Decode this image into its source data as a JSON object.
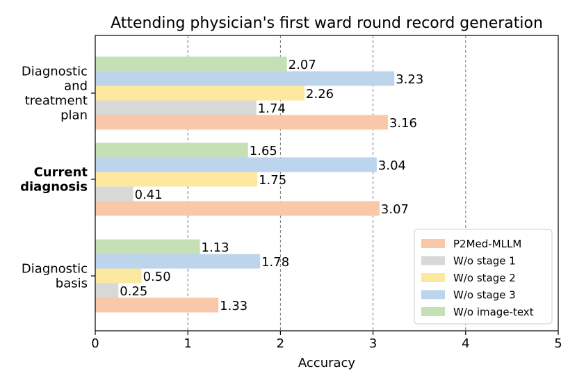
{
  "chart_data": {
    "type": "bar",
    "orientation": "horizontal",
    "title": "Attending physician's first ward round record generation",
    "xlabel": "Accuracy",
    "ylabel": "",
    "xlim": [
      0,
      5
    ],
    "xticks": [
      "0",
      "1",
      "2",
      "3",
      "4",
      "5"
    ],
    "grid": "vertical dashed",
    "legend_position": "bottom-right",
    "categories": [
      {
        "lines": [
          "Diagnostic",
          "and",
          "treatment",
          "plan"
        ],
        "bold": false
      },
      {
        "lines": [
          "Current",
          "diagnosis"
        ],
        "bold": true
      },
      {
        "lines": [
          "Diagnostic",
          "basis"
        ],
        "bold": false
      }
    ],
    "series": [
      {
        "name": "P2Med-MLLM",
        "color": "#f8c8a8",
        "values": [
          3.16,
          3.07,
          1.33
        ],
        "labels": [
          "3.16",
          "3.07",
          "1.33"
        ]
      },
      {
        "name": "W/o stage 1",
        "color": "#d8d8d8",
        "values": [
          1.74,
          0.41,
          0.25
        ],
        "labels": [
          "1.74",
          "0.41",
          "0.25"
        ]
      },
      {
        "name": "W/o stage 2",
        "color": "#fde8a0",
        "values": [
          2.26,
          1.75,
          0.5
        ],
        "labels": [
          "2.26",
          "1.75",
          "0.50"
        ]
      },
      {
        "name": "W/o stage 3",
        "color": "#bcd4ec",
        "values": [
          3.23,
          3.04,
          1.78
        ],
        "labels": [
          "3.23",
          "3.04",
          "1.78"
        ]
      },
      {
        "name": "W/o image-text",
        "color": "#c5e0b4",
        "values": [
          2.07,
          1.65,
          1.13
        ],
        "labels": [
          "2.07",
          "1.65",
          "1.13"
        ]
      }
    ]
  }
}
